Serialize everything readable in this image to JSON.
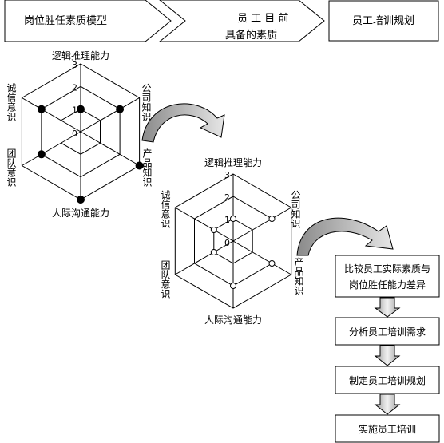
{
  "header": {
    "step1_label": "岗位胜任素质模型",
    "step2_line1": "员 工 目 前",
    "step2_line2": "具备的素质",
    "step3_label": "员工培训规划"
  },
  "radar_model": {
    "axes": [
      "逻辑推理能力",
      "公司知识",
      "产品知识",
      "人际沟通能力",
      "团队意识",
      "诚信意识"
    ],
    "ticks": [
      "0",
      "1",
      "2",
      "3"
    ],
    "values": [
      1,
      2,
      3,
      3,
      2,
      2
    ]
  },
  "radar_current": {
    "axes": [
      "逻辑推理能力",
      "公司知识",
      "产品知识",
      "人际沟通能力",
      "团队意识",
      "诚信意识"
    ],
    "ticks": [
      "0",
      "1",
      "2",
      "3"
    ],
    "values": [
      1,
      2,
      2,
      2,
      1,
      1
    ]
  },
  "flow_steps": [
    {
      "line1": "比较员工实际素质与",
      "line2": "岗位胜任能力差异"
    },
    {
      "line1": "分析员工培训需求"
    },
    {
      "line1": "制定员工培训规划"
    },
    {
      "line1": "实施员工培训"
    }
  ]
}
